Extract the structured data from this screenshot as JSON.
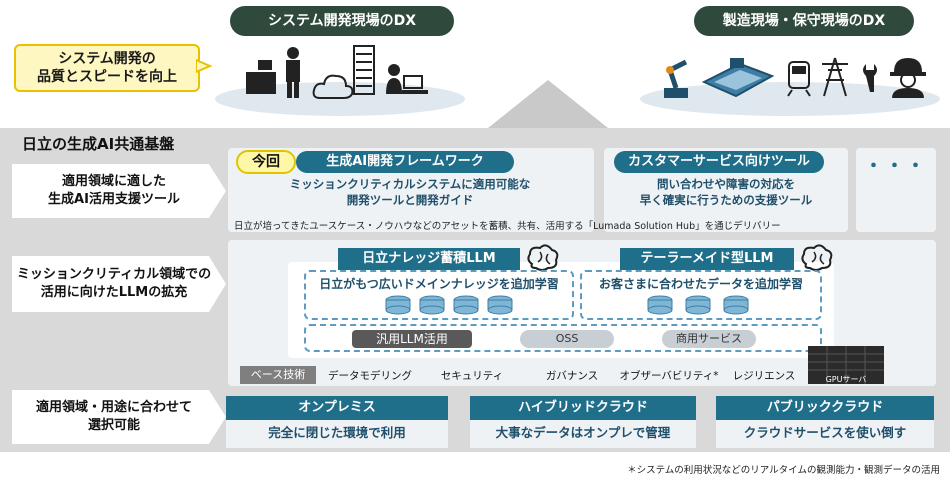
{
  "top": {
    "left_badge": "システム開発現場のDX",
    "right_badge": "製造現場・保守現場のDX",
    "callout_line1": "システム開発の",
    "callout_line2": "品質とスピードを向上",
    "left_icons": [
      "cashier-icon",
      "worker-icon",
      "cloud-icon",
      "server-rack-icon",
      "laptop-user-icon"
    ],
    "right_icons": [
      "robot-arm-icon",
      "factory-line-icon",
      "train-icon",
      "power-tower-icon",
      "wrench-icon",
      "helmet-worker-icon"
    ]
  },
  "foundation": {
    "title": "日立の生成AI共通基盤",
    "row1": {
      "label_line1": "適用領域に適した",
      "label_line2": "生成AI活用支援ツール",
      "now_badge": "今回",
      "card1_title": "生成AI開発フレームワーク",
      "card1_desc_line1": "ミッションクリティカルシステムに適用可能な",
      "card1_desc_line2": "開発ツールと開発ガイド",
      "card2_title": "カスタマーサービス向けツール",
      "card2_desc_line1": "問い合わせや障害の対応を",
      "card2_desc_line2": "早く確実に行うための支援ツール",
      "dots": "・・・",
      "note": "日立が培ってきたユースケース・ノウハウなどのアセットを蓄積、共有、活用する「Lumada Solution Hub」を通じデリバリー"
    },
    "row2": {
      "label_line1": "ミッションクリティカル領域での",
      "label_line2": "活用に向けたLLMの拡充",
      "llm1_title": "日立ナレッジ蓄積LLM",
      "llm1_desc": "日立がもつ広いドメインナレッジを追加学習",
      "llm2_title": "テーラーメイド型LLM",
      "llm2_desc": "お客さまに合わせたデータを追加学習",
      "general_llm": "汎用LLM活用",
      "oss": "OSS",
      "commercial": "商用サービス",
      "base_label": "ベース技術",
      "base_items": [
        "データモデリング",
        "セキュリティ",
        "ガバナンス",
        "オブザーバビリティ*",
        "レジリエンス"
      ],
      "gpu_label": "GPUサーバ"
    },
    "row3": {
      "label_line1": "適用領域・用途に合わせて",
      "label_line2": "選択可能",
      "options": [
        {
          "title": "オンプレミス",
          "desc": "完全に閉じた環境で利用"
        },
        {
          "title": "ハイブリッドクラウド",
          "desc": "大事なデータはオンプレで管理"
        },
        {
          "title": "パブリッククラウド",
          "desc": "クラウドサービスを使い倒す"
        }
      ]
    }
  },
  "footnote": "＊システムの利用状況などのリアルタイムの観測能力・観測データの活用"
}
